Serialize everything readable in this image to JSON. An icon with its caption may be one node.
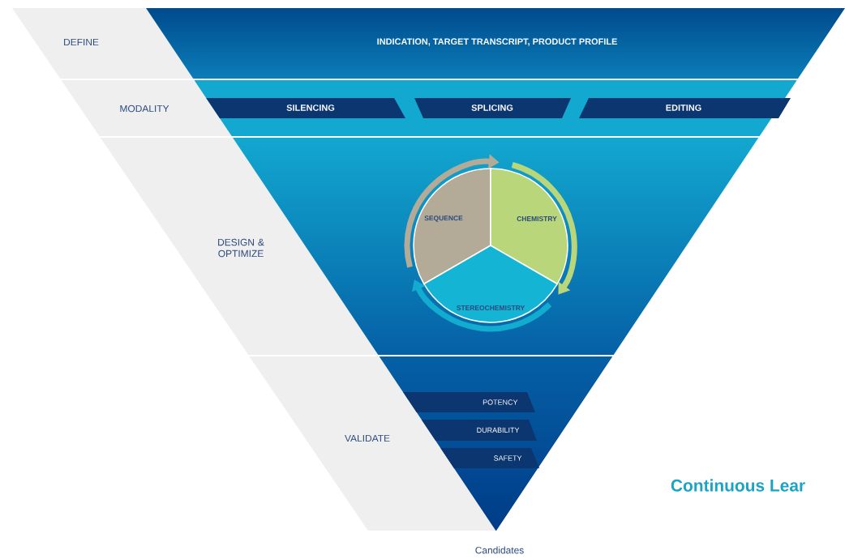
{
  "diagram": {
    "nodes": [
      {
        "text": [
          "INDICATION, TARGET TRANSCRIPT, PRODUCT PROFILE"
        ]
      },
      {
        "text": [
          "SILENCING"
        ]
      },
      {
        "text": [
          "SPLICING"
        ]
      },
      {
        "text": [
          "EDITING"
        ]
      },
      {
        "text": [
          "SEQUENCE"
        ]
      },
      {
        "text": [
          "CHEMISTRY"
        ]
      },
      {
        "text": [
          "STEREOCHEMISTRY"
        ]
      },
      {
        "text": [
          "POTENCY"
        ]
      },
      {
        "text": [
          "DURABILITY"
        ]
      },
      {
        "text": [
          "SAFETY"
        ]
      }
    ],
    "edges": [
      {
        "from": 4,
        "to": 5,
        "arrow": "to",
        "color": "#b3ab98"
      },
      {
        "from": 5,
        "to": 6,
        "arrow": "to",
        "color": "#b9d77a"
      },
      {
        "from": 6,
        "to": 4,
        "arrow": "to",
        "color": "#12acd0"
      }
    ],
    "labels": [
      "DEFINE",
      "MODALITY",
      "DESIGN & OPTIMIZE",
      "VALIDATE",
      "Continuous Lear",
      "Candidates"
    ]
  }
}
